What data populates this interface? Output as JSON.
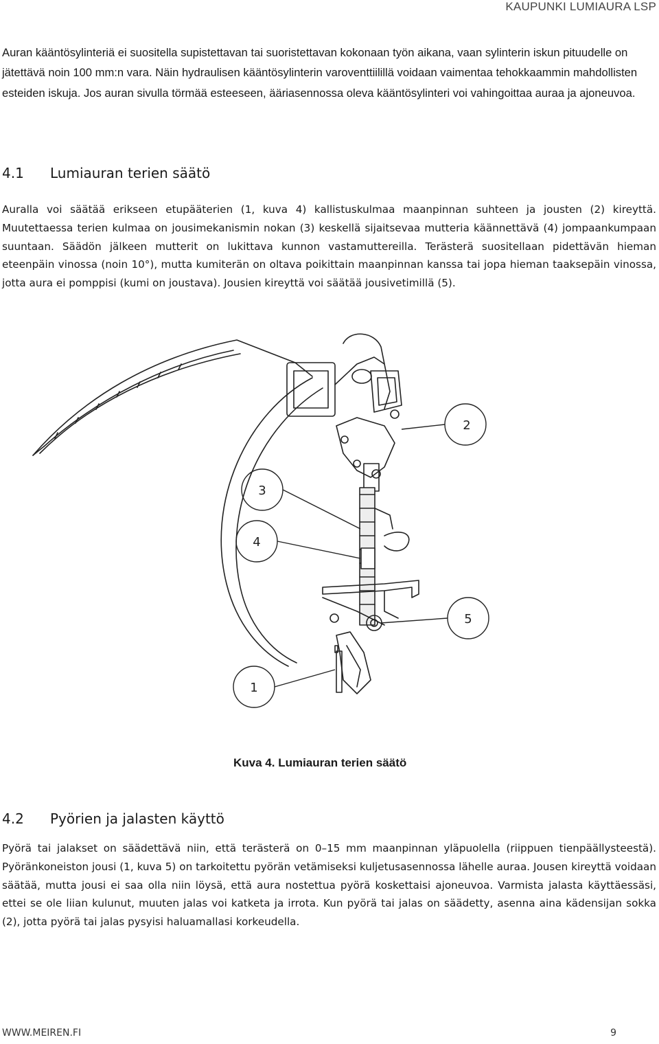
{
  "header": {
    "brand": "KAUPUNKI LUMIAURA LSP"
  },
  "intro": {
    "text": "Auran kääntösylinteriä ei suositella supistettavan tai suoristettavan kokonaan työn aikana, vaan sylinterin iskun pituudelle on jätettävä noin 100 mm:n vara. Näin hydraulisen kääntösylinterin varoventtiilillä voidaan vaimentaa tehokkaammin mahdollisten esteiden iskuja. Jos auran sivulla törmää esteeseen, ääriasennossa oleva kääntösylinteri voi vahingoittaa auraa ja ajoneuvoa."
  },
  "section_4_1": {
    "number": "4.1",
    "title": "Lumiauran terien säätö",
    "text": "Auralla voi säätää erikseen etupääterien (1, kuva 4) kallistuskulmaa maanpinnan suhteen ja jousten (2) kireyttä. Muutettaessa terien kulmaa on jousimekanismin nokan (3) keskellä sijaitsevaa mutteria käännettävä (4) jompaankumpaan suuntaan. Säädön jälkeen mutterit on lukittava kunnon vastamuttereilla. Terästerä suositellaan pidettävän hieman eteenpäin vinossa (noin 10°), mutta kumiterän on oltava poikittain maanpinnan kanssa tai jopa hieman taaksepäin vinossa, jotta aura ei pomppisi (kumi on joustava). Jousien kireyttä voi säätää jousivetimillä (5)."
  },
  "figure": {
    "callouts": [
      "1",
      "2",
      "3",
      "4",
      "5"
    ],
    "caption": "Kuva 4. Lumiauran terien säätö"
  },
  "section_4_2": {
    "number": "4.2",
    "title": "Pyörien ja jalasten käyttö",
    "text": "Pyörä tai jalakset on säädettävä niin, että terästerä on 0–15 mm maanpinnan yläpuolella (riippuen tienpäällysteestä). Pyöränkoneiston jousi (1, kuva 5) on tarkoitettu pyörän vetämiseksi kuljetusasennossa lähelle auraa. Jousen kireyttä voidaan säätää, mutta jousi ei saa olla niin löysä, että aura nostettua pyörä koskettaisi ajoneuvoa. Varmista jalasta käyttäessäsi, ettei se ole liian kulunut, muuten jalas voi katketa ja irrota. Kun pyörä tai jalas on säädetty, asenna aina kädensijan sokka (2), jotta pyörä tai jalas pysyisi haluamallasi korkeudella."
  },
  "footer": {
    "website": "WWW.MEIREN.FI",
    "page_number": "9"
  }
}
